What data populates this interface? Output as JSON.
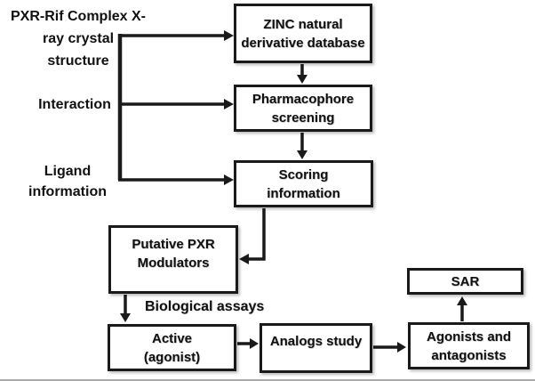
{
  "page": {
    "background": "#ffffff",
    "line_color": "#1a1a1a"
  },
  "labels": {
    "crystal": {
      "lines": [
        "PXR-Rif Complex X-",
        "ray crystal",
        "structure"
      ]
    },
    "interaction": {
      "lines": [
        "Interaction"
      ]
    },
    "ligand": {
      "lines": [
        "Ligand",
        "information"
      ]
    },
    "biological_assays": "Biological assays"
  },
  "nodes": {
    "zinc": {
      "lines": [
        "ZINC natural",
        "derivative database"
      ]
    },
    "pharmacophore": {
      "lines": [
        "Pharmacophore",
        "screening"
      ]
    },
    "scoring": {
      "lines": [
        "Scoring",
        "information"
      ]
    },
    "putative": {
      "lines": [
        "Putative PXR",
        "Modulators"
      ]
    },
    "active": {
      "lines": [
        "Active",
        "(agonist)"
      ]
    },
    "analogs": {
      "lines": [
        "Analogs study"
      ]
    },
    "agonists": {
      "lines": [
        "Agonists and",
        "antagonists"
      ]
    },
    "sar": {
      "lines": [
        "SAR"
      ]
    }
  },
  "edges": [
    {
      "from": "pxr-rif-crystal-structure",
      "to": "zinc"
    },
    {
      "from": "interaction",
      "to": "pharmacophore"
    },
    {
      "from": "ligand-information",
      "to": "scoring"
    },
    {
      "from": "zinc",
      "to": "pharmacophore"
    },
    {
      "from": "pharmacophore",
      "to": "scoring"
    },
    {
      "from": "scoring",
      "to": "putative"
    },
    {
      "from": "putative",
      "to": "active",
      "label": "Biological assays"
    },
    {
      "from": "active",
      "to": "analogs"
    },
    {
      "from": "analogs",
      "to": "agonists"
    },
    {
      "from": "agonists",
      "to": "sar"
    }
  ]
}
